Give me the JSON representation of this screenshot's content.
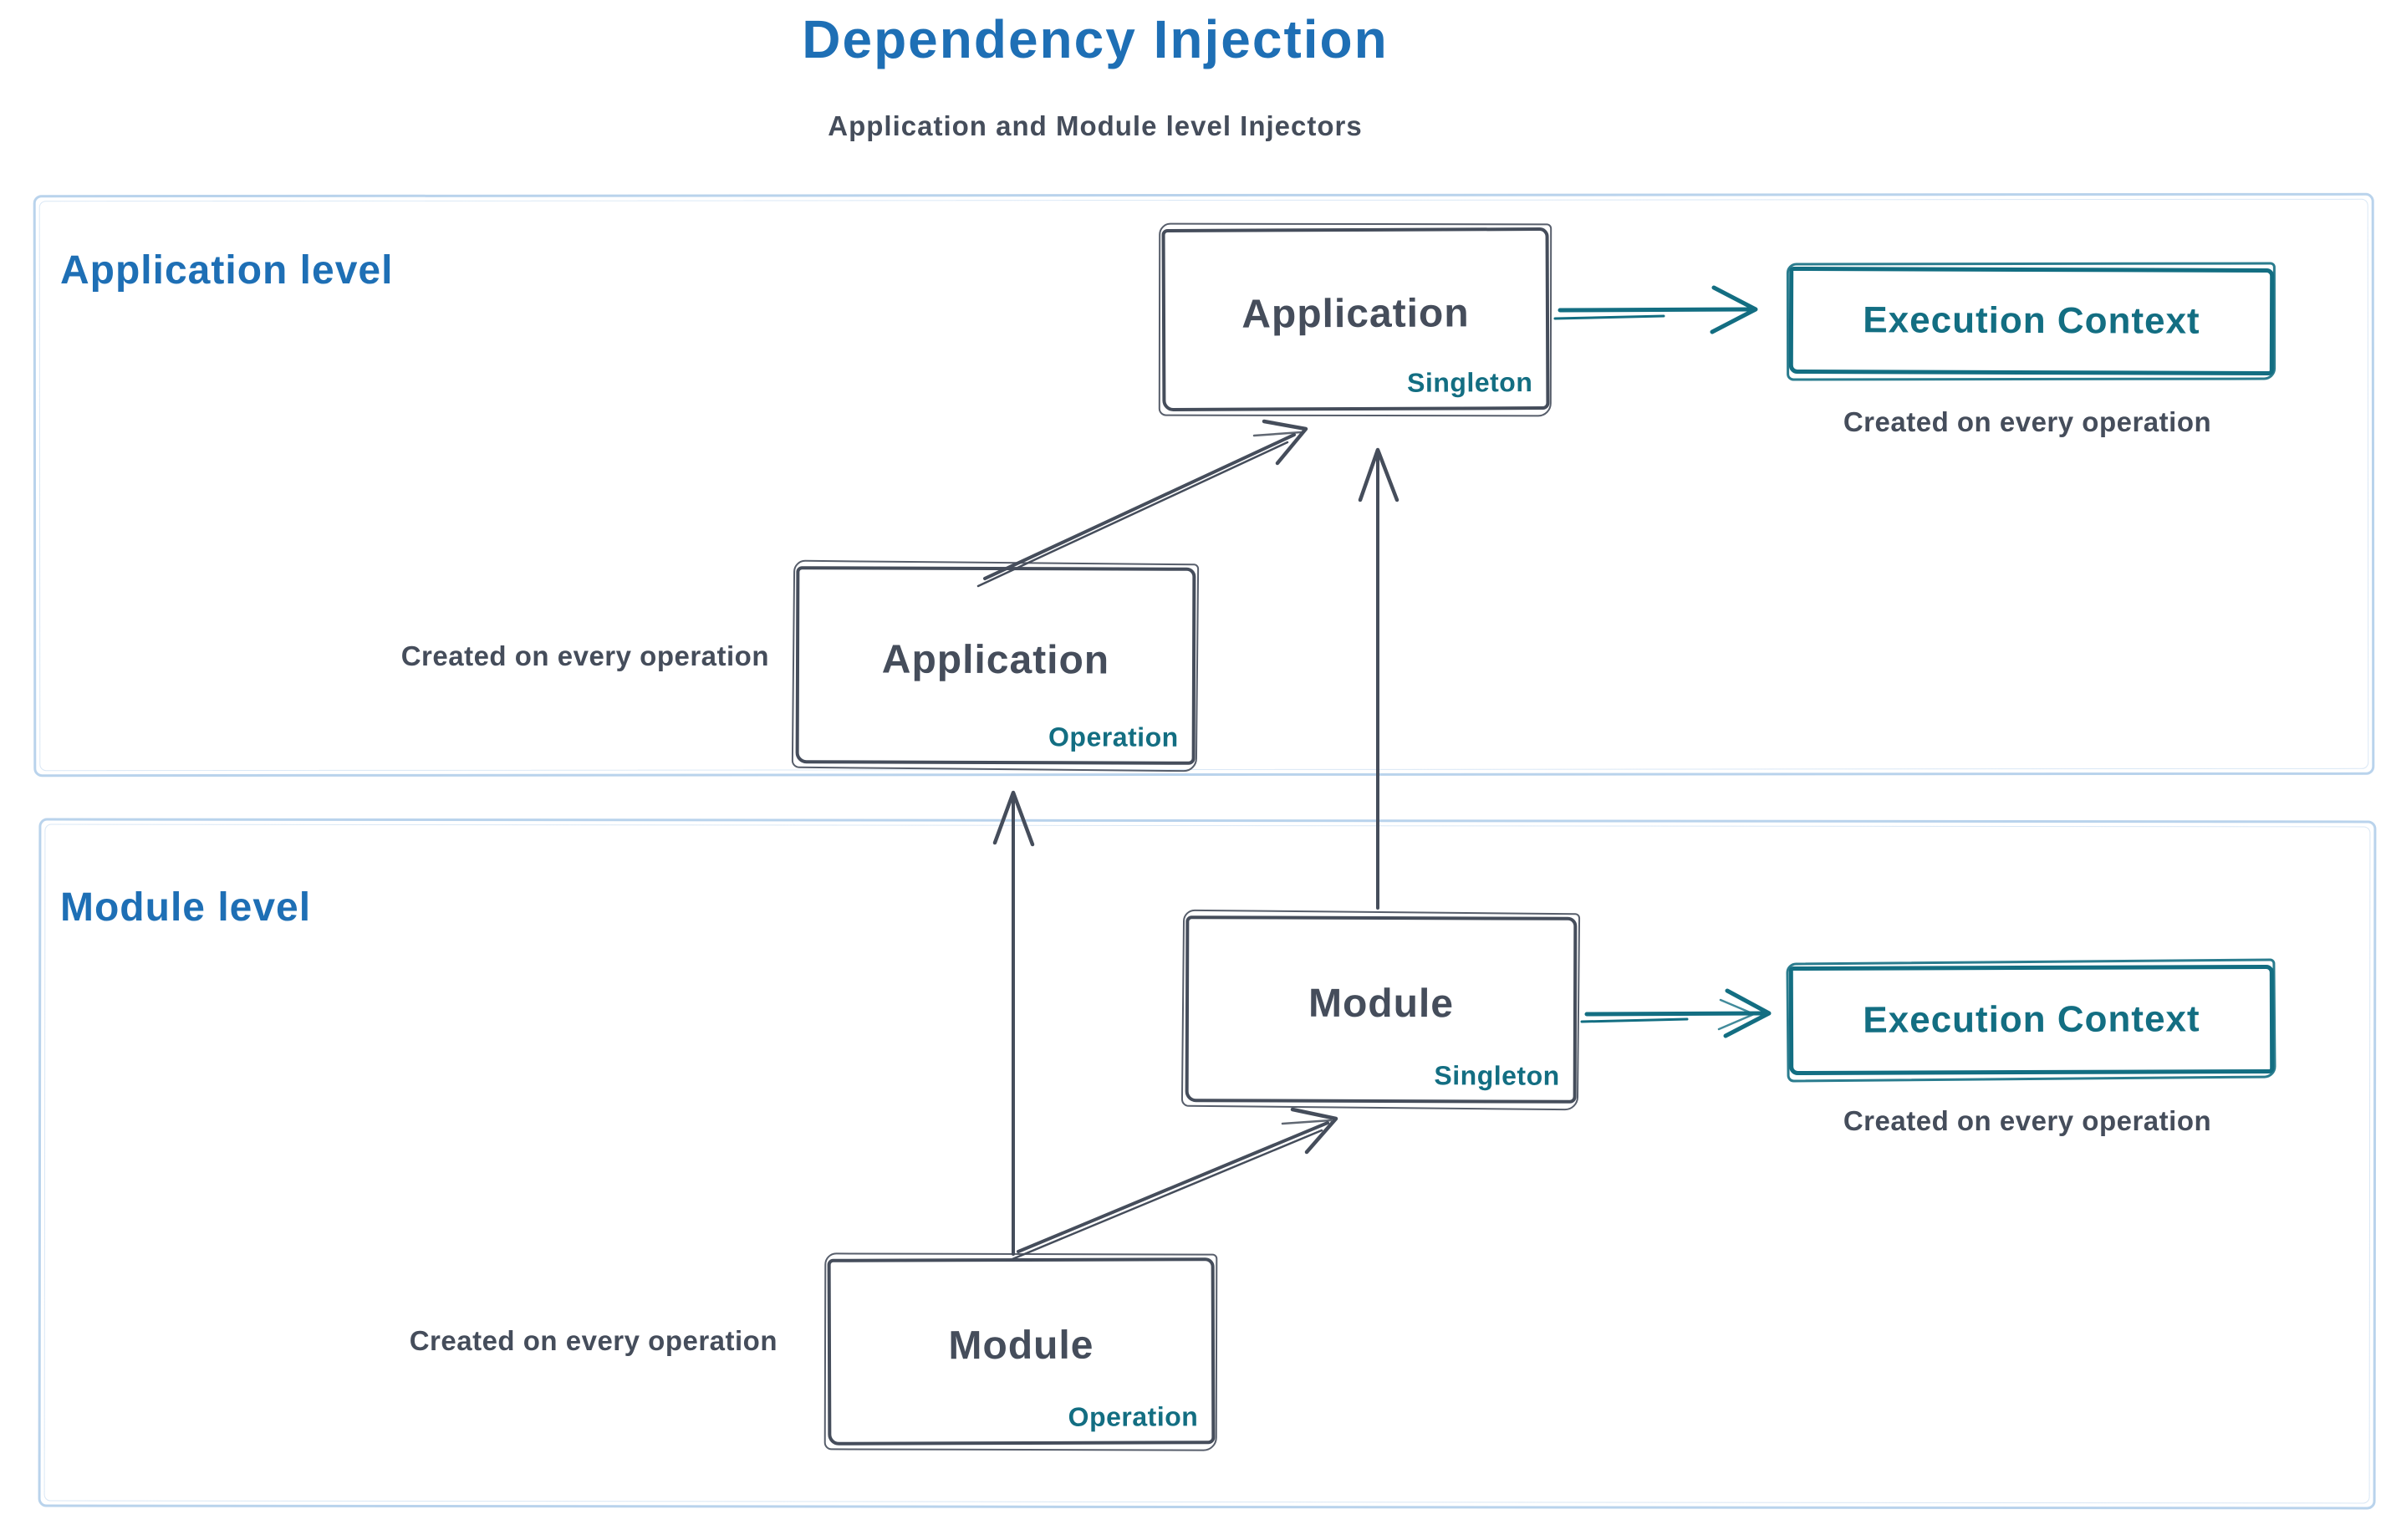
{
  "title": "Dependency Injection",
  "subtitle": "Application and Module level Injectors",
  "colors": {
    "blue": "#1e6fb5",
    "dark": "#454d5b",
    "teal": "#136e82",
    "light": "#b9d3ec",
    "bg": "#ffffff"
  },
  "sections": [
    {
      "label": "Application level",
      "singleton_box": {
        "title": "Application",
        "tag": "Singleton"
      },
      "operation_box": {
        "title": "Application",
        "tag": "Operation"
      },
      "execution_box": {
        "label": "Execution Context"
      },
      "execution_caption": "Created on every operation",
      "operation_caption": "Created on every operation"
    },
    {
      "label": "Module level",
      "singleton_box": {
        "title": "Module",
        "tag": "Singleton"
      },
      "operation_box": {
        "title": "Module",
        "tag": "Operation"
      },
      "execution_box": {
        "label": "Execution Context"
      },
      "execution_caption": "Created on every operation",
      "operation_caption": "Created on every operation"
    }
  ],
  "relations": [
    "application-operation -> application-singleton",
    "application-singleton -> application-execution-context",
    "module-operation -> application-operation",
    "module-operation -> module-singleton",
    "module-singleton -> application-singleton",
    "module-singleton -> module-execution-context"
  ]
}
